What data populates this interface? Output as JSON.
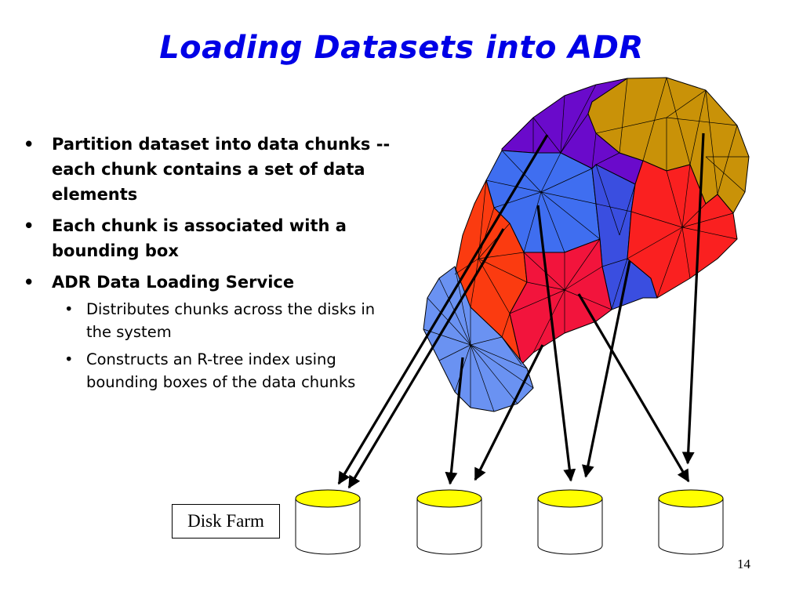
{
  "title": "Loading Datasets into ADR",
  "bullets": [
    {
      "text": "Partition dataset into data chunks -- each chunk contains a set of data elements"
    },
    {
      "text": "Each chunk is associated with a bounding box"
    },
    {
      "text": "ADR Data Loading Service",
      "sub": [
        {
          "text": "Distributes chunks across the disks in the system"
        },
        {
          "text": "Constructs an R-tree index using bounding boxes of the data chunks"
        }
      ]
    }
  ],
  "bullet_glyph": "•",
  "disk_farm_label": "Disk Farm",
  "page_number": "14",
  "colors": {
    "title": "#0000e6",
    "purple": "#6a0acb",
    "gold": "#c99208",
    "blue": "#3f6ef0",
    "light_blue": "#6a92f2",
    "red": "#fa2020",
    "orange_red": "#fb3b10",
    "crimson": "#f2143c",
    "disk_top": "#ffff00"
  }
}
